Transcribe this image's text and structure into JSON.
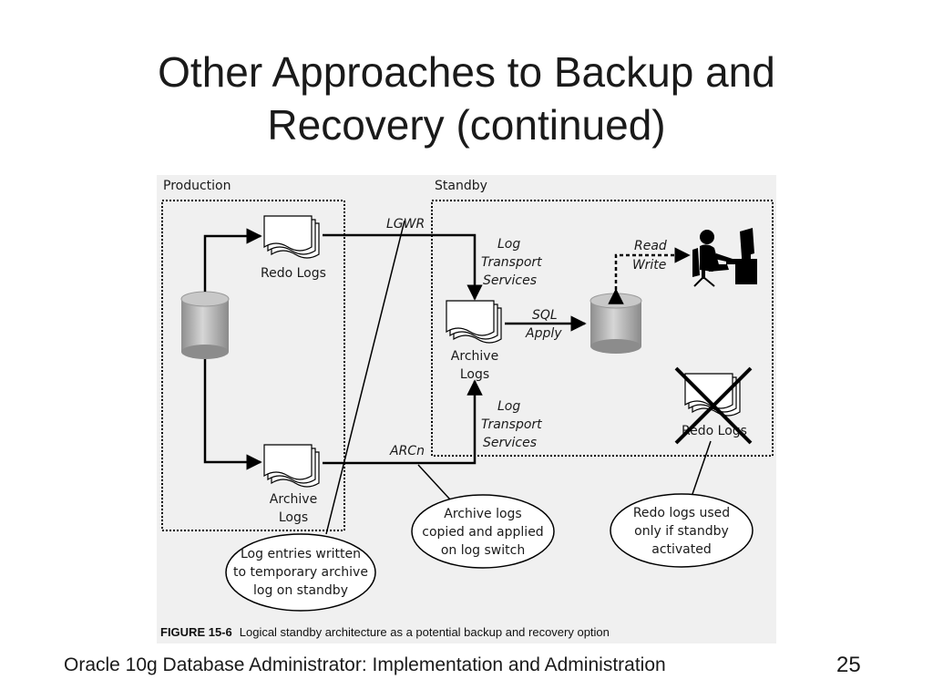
{
  "slide": {
    "title_line1": "Other Approaches to Backup and",
    "title_line2": "Recovery (continued)",
    "footer": "Oracle 10g Database Administrator: Implementation and Administration",
    "page_number": "25"
  },
  "figure": {
    "section_production": "Production",
    "section_standby": "Standby",
    "redo_logs_label": "Redo Logs",
    "archive_logs_prod_line1": "Archive",
    "archive_logs_prod_line2": "Logs",
    "archive_logs_standby_line1": "Archive",
    "archive_logs_standby_line2": "Logs",
    "standby_redo_logs_label": "Redo Logs",
    "lgwr_label": "LGWR",
    "arcn_label": "ARCn",
    "log_transport_top": [
      "Log",
      "Transport",
      "Services"
    ],
    "log_transport_bottom": [
      "Log",
      "Transport",
      "Services"
    ],
    "sql_apply": [
      "SQL",
      "Apply"
    ],
    "read_write": [
      "Read",
      "Write"
    ],
    "callout_archive": [
      "Archive logs",
      "copied and applied",
      "on log switch"
    ],
    "callout_redo": [
      "Redo logs used",
      "only if standby",
      "activated"
    ],
    "callout_log_entries": [
      "Log entries written",
      "to temporary archive",
      "log on standby"
    ],
    "caption_number": "FIGURE 15-6",
    "caption_text": "Logical standby architecture as a potential backup and recovery option"
  }
}
